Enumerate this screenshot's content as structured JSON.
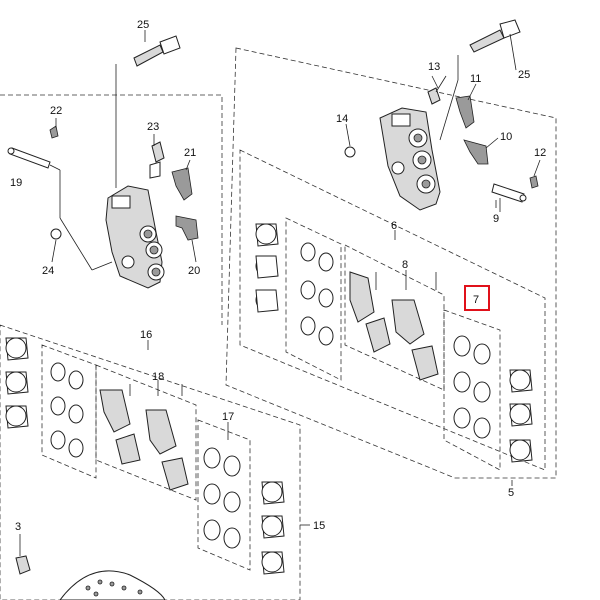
{
  "diagram": {
    "highlight_color": "#e0111a",
    "callouts": {
      "c25a": "25",
      "c25b": "25",
      "c22": "22",
      "c19": "19",
      "c23": "23",
      "c21": "21",
      "c24": "24",
      "c20": "20",
      "c13": "13",
      "c11": "11",
      "c10": "10",
      "c14": "14",
      "c12": "12",
      "c9": "9",
      "c6": "6",
      "c8": "8",
      "c7": "7",
      "c16": "16",
      "c18": "18",
      "c17": "17",
      "c15": "15",
      "c5": "5",
      "c3": "3"
    }
  }
}
